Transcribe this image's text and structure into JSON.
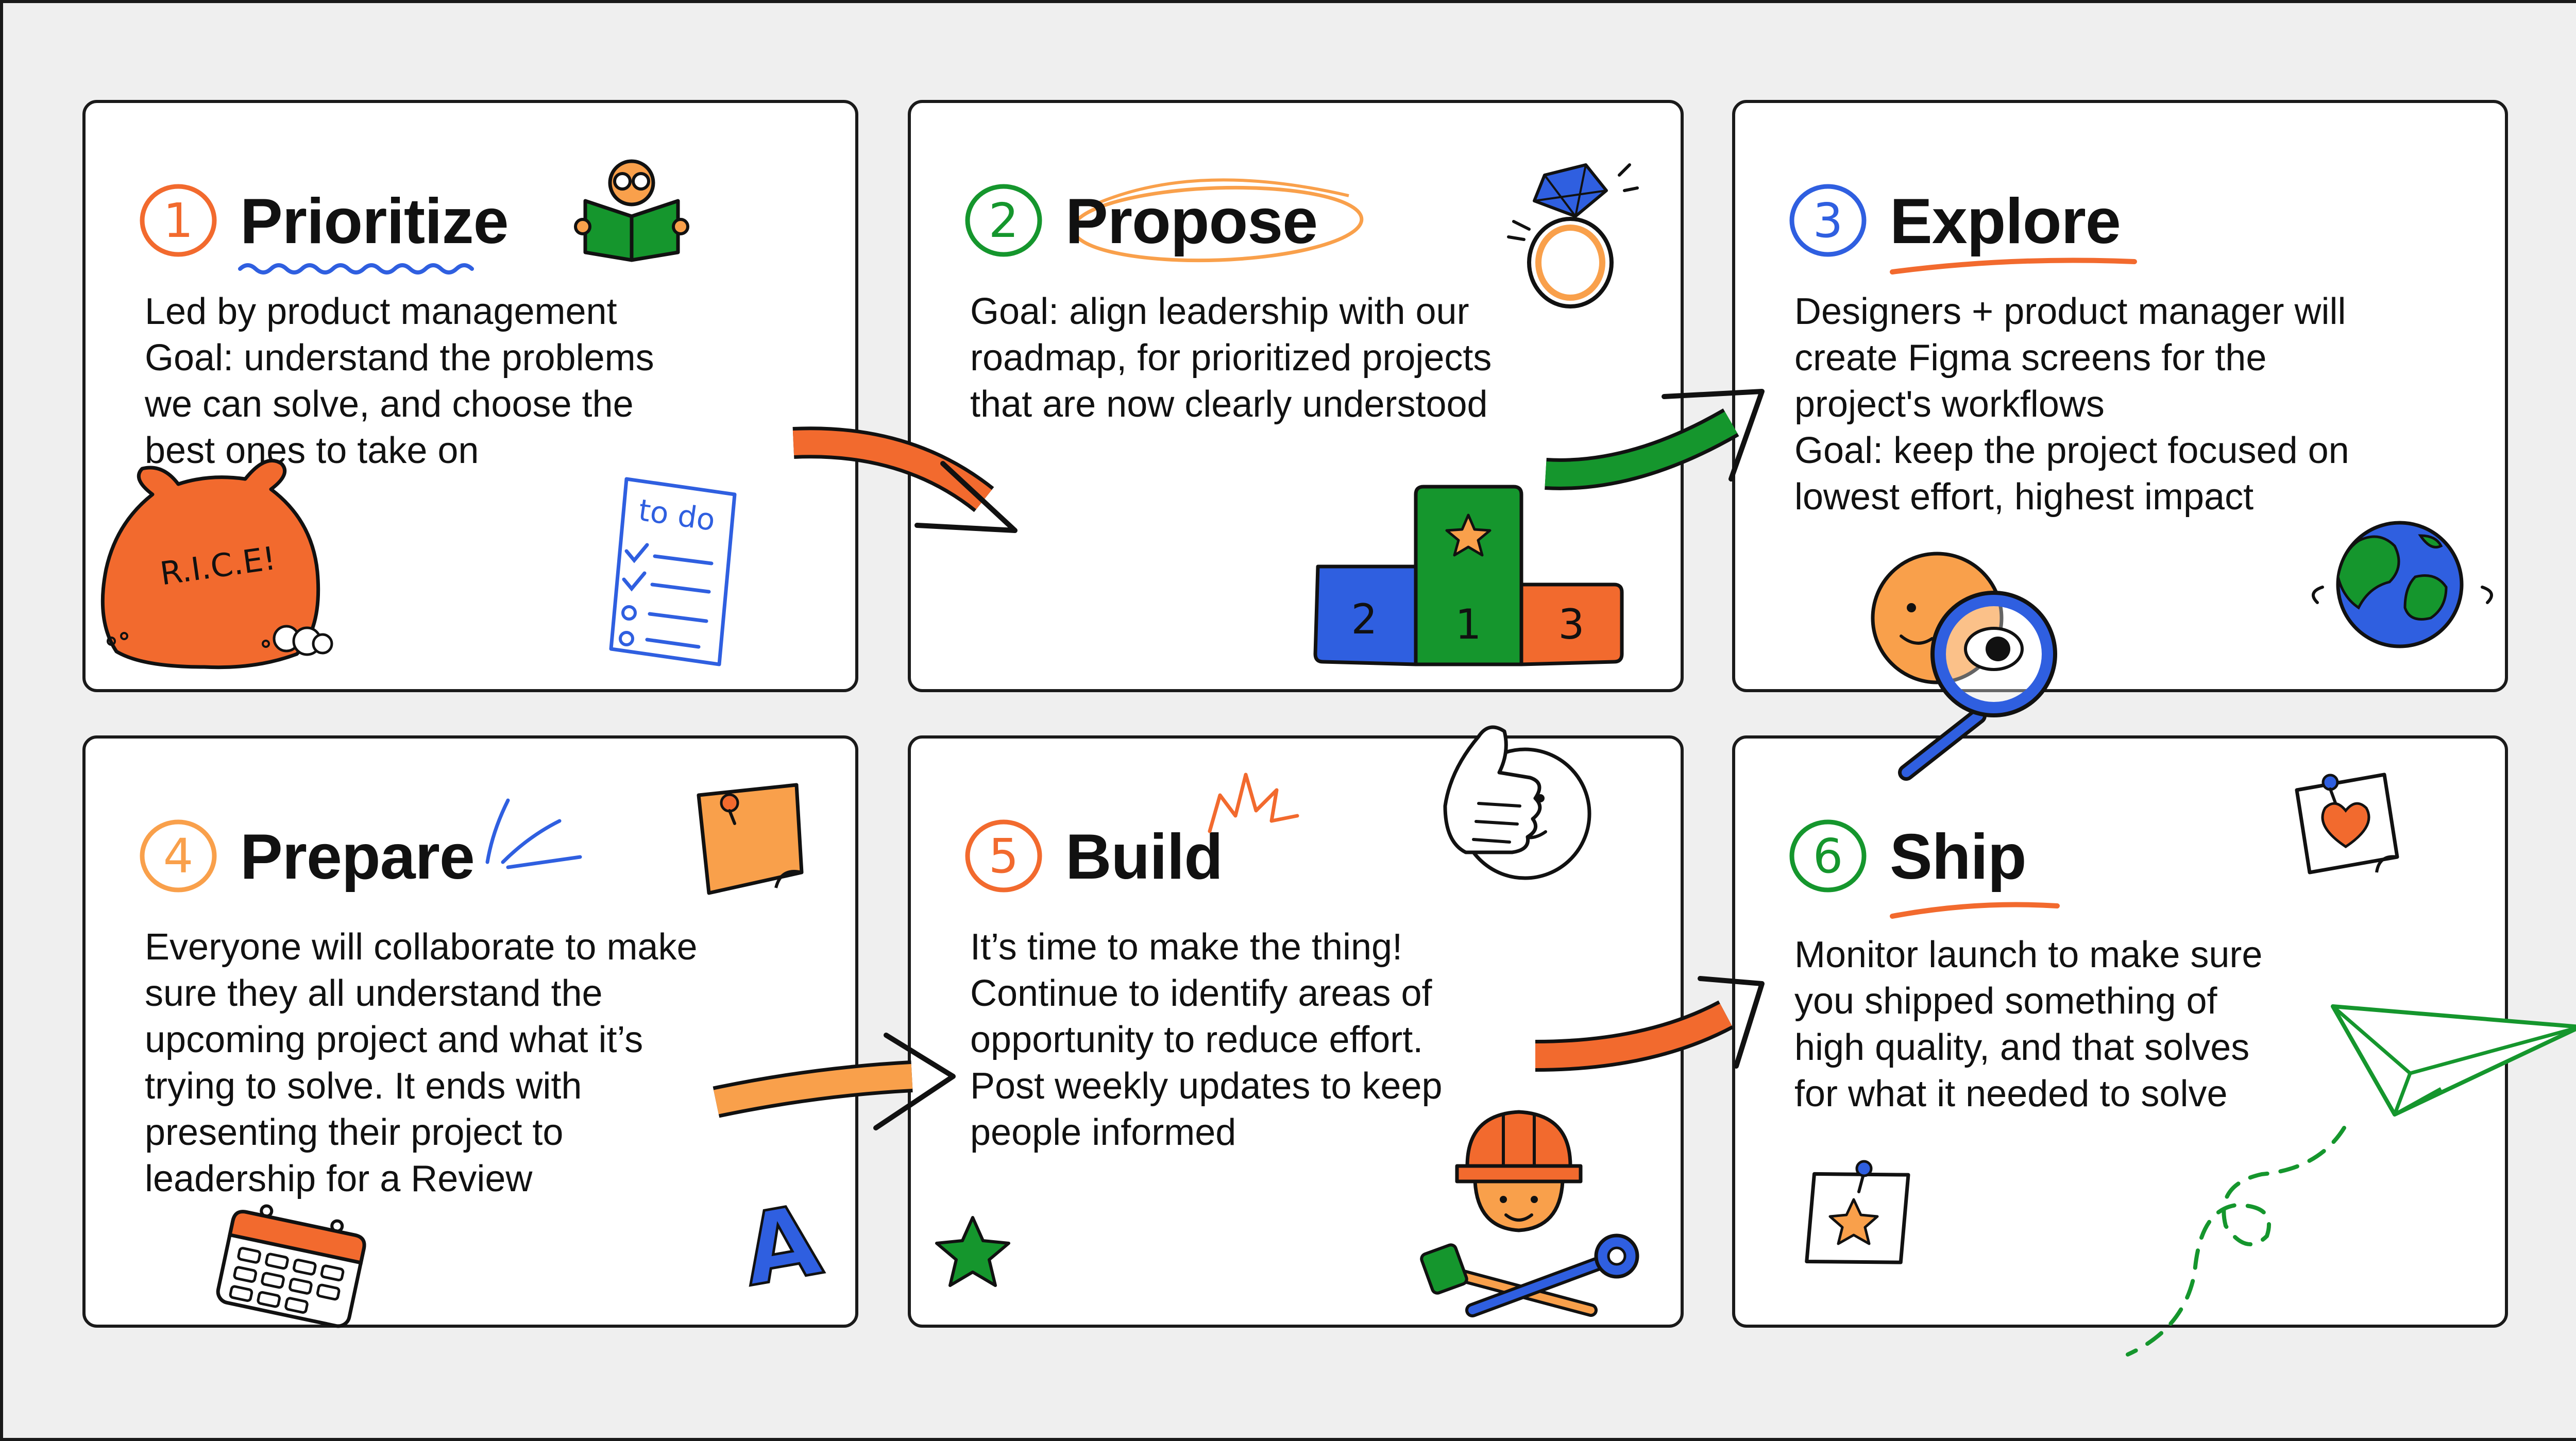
{
  "steps": [
    {
      "number": "1",
      "title": "Prioritize",
      "lines": [
        "Led by product management",
        "Goal: understand the problems",
        "we can solve, and choose the",
        "best ones to take on"
      ]
    },
    {
      "number": "2",
      "title": "Propose",
      "lines": [
        "Goal: align leadership with our",
        "roadmap, for prioritized projects",
        "that are now clearly understood"
      ]
    },
    {
      "number": "3",
      "title": "Explore",
      "lines": [
        "Designers + product manager will",
        "create Figma screens for the",
        "project's workflows",
        "Goal: keep the project focused on",
        "lowest effort, highest impact"
      ]
    },
    {
      "number": "4",
      "title": "Prepare",
      "lines": [
        "Everyone will collaborate to make",
        "sure they all understand the",
        "upcoming project and what it’s",
        "trying to solve. It ends with",
        "presenting their project to",
        "leadership for a Review"
      ]
    },
    {
      "number": "5",
      "title": "Build",
      "lines": [
        "It’s time to make the thing!",
        "Continue to identify areas of",
        "opportunity to reduce effort.",
        "Post weekly updates to keep",
        "people informed"
      ]
    },
    {
      "number": "6",
      "title": "Ship",
      "lines": [
        "Monitor launch to make sure",
        "you shipped something of",
        "high quality, and that solves",
        "for what it needed to solve"
      ]
    }
  ],
  "illustrations": {
    "rice_bag_label": "R.I.C.E!",
    "todo_label": "to do",
    "podium_labels": [
      "2",
      "1",
      "3"
    ],
    "prepare_letter": "A"
  },
  "colors": {
    "orange": "#f26a2e",
    "green": "#15962d",
    "blue": "#2f5fe0",
    "light_orange": "#f9a04b",
    "ink": "#111111"
  }
}
